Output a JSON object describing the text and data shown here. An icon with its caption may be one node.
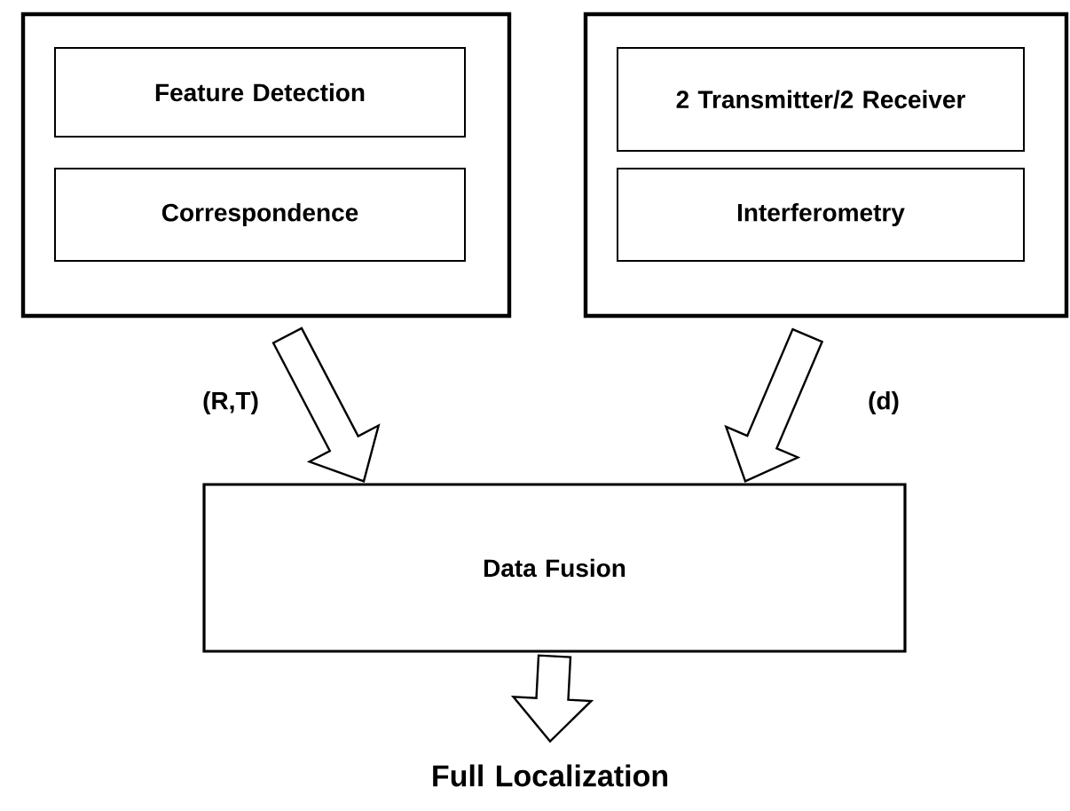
{
  "diagram": {
    "nodes": [
      {
        "text": [],
        "shape": "box"
      },
      {
        "text": [
          "Feature Detection"
        ],
        "in": 0
      },
      {
        "text": [
          "Correspondence"
        ],
        "in": 0
      },
      {
        "text": [],
        "shape": "box"
      },
      {
        "text": [
          "2 Transmitter/2 Receiver"
        ],
        "in": 3
      },
      {
        "text": [
          "Interferometry"
        ],
        "in": 3
      },
      {
        "text": [
          "Data Fusion"
        ]
      },
      {
        "text": [
          "Full Localization"
        ]
      }
    ],
    "edges": [
      {
        "from": 0,
        "to": 6,
        "arrow": "to",
        "label": "(R,T)"
      },
      {
        "from": 3,
        "to": 6,
        "arrow": "to",
        "label": "(d)"
      },
      {
        "from": 6,
        "to": 7,
        "arrow": "to"
      }
    ]
  }
}
